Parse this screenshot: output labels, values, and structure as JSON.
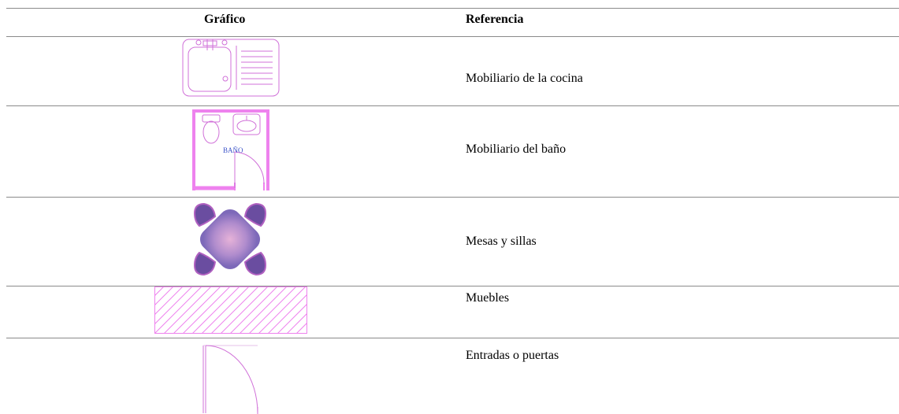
{
  "table": {
    "headers": {
      "graphic": "Gráfico",
      "reference": "Referencia"
    },
    "rows": [
      {
        "reference": "Mobiliario de la cocina",
        "icon": "kitchen-sink-icon"
      },
      {
        "reference": "Mobiliario del baño",
        "icon": "bathroom-plan-icon",
        "icon_text": "BAÑO"
      },
      {
        "reference": "Mesas y sillas",
        "icon": "table-chairs-icon"
      },
      {
        "reference": "Muebles",
        "icon": "furniture-hatch-icon"
      },
      {
        "reference": "Entradas o puertas",
        "icon": "door-swing-icon"
      }
    ]
  },
  "colors": {
    "line_magenta": "#d070d8",
    "bath_wall": "#ee82ee",
    "bath_text": "#3a52c8",
    "chair": "#6a4da0",
    "rule": "#8a8a8a"
  }
}
